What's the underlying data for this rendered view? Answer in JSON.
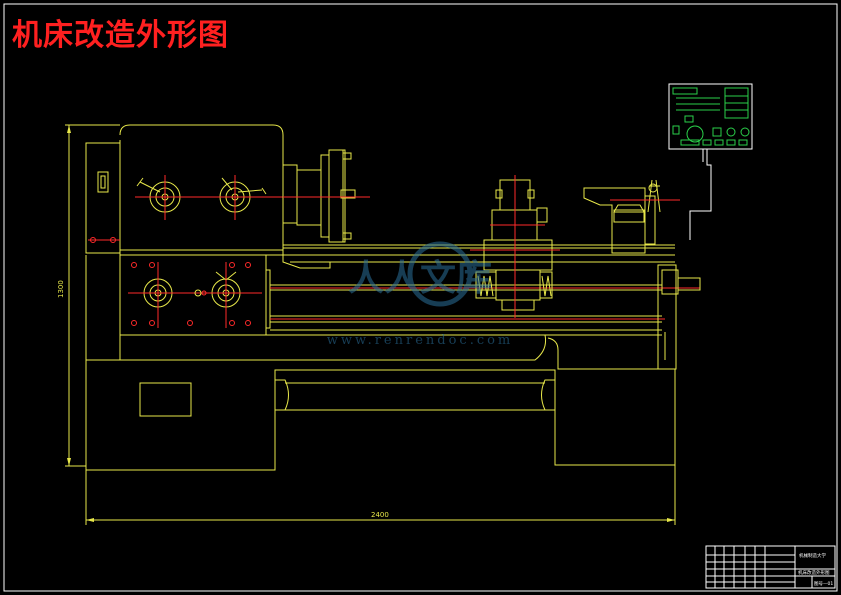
{
  "title": "机床改造外形图",
  "dimensions": {
    "width_label": "2400",
    "height_label": "1300"
  },
  "watermark": {
    "brand": "人人文库",
    "url": "www.renrendoc.com"
  },
  "title_block": {
    "school": "机械制造大学",
    "drawing_name": "机床改造外形图",
    "drawing_no": "图号—01"
  },
  "colors": {
    "title": "#ff2020",
    "outline": "#e8e84a",
    "centerline": "#ff2a2a",
    "panel": "#2ad04a",
    "frame": "#ffffff"
  }
}
